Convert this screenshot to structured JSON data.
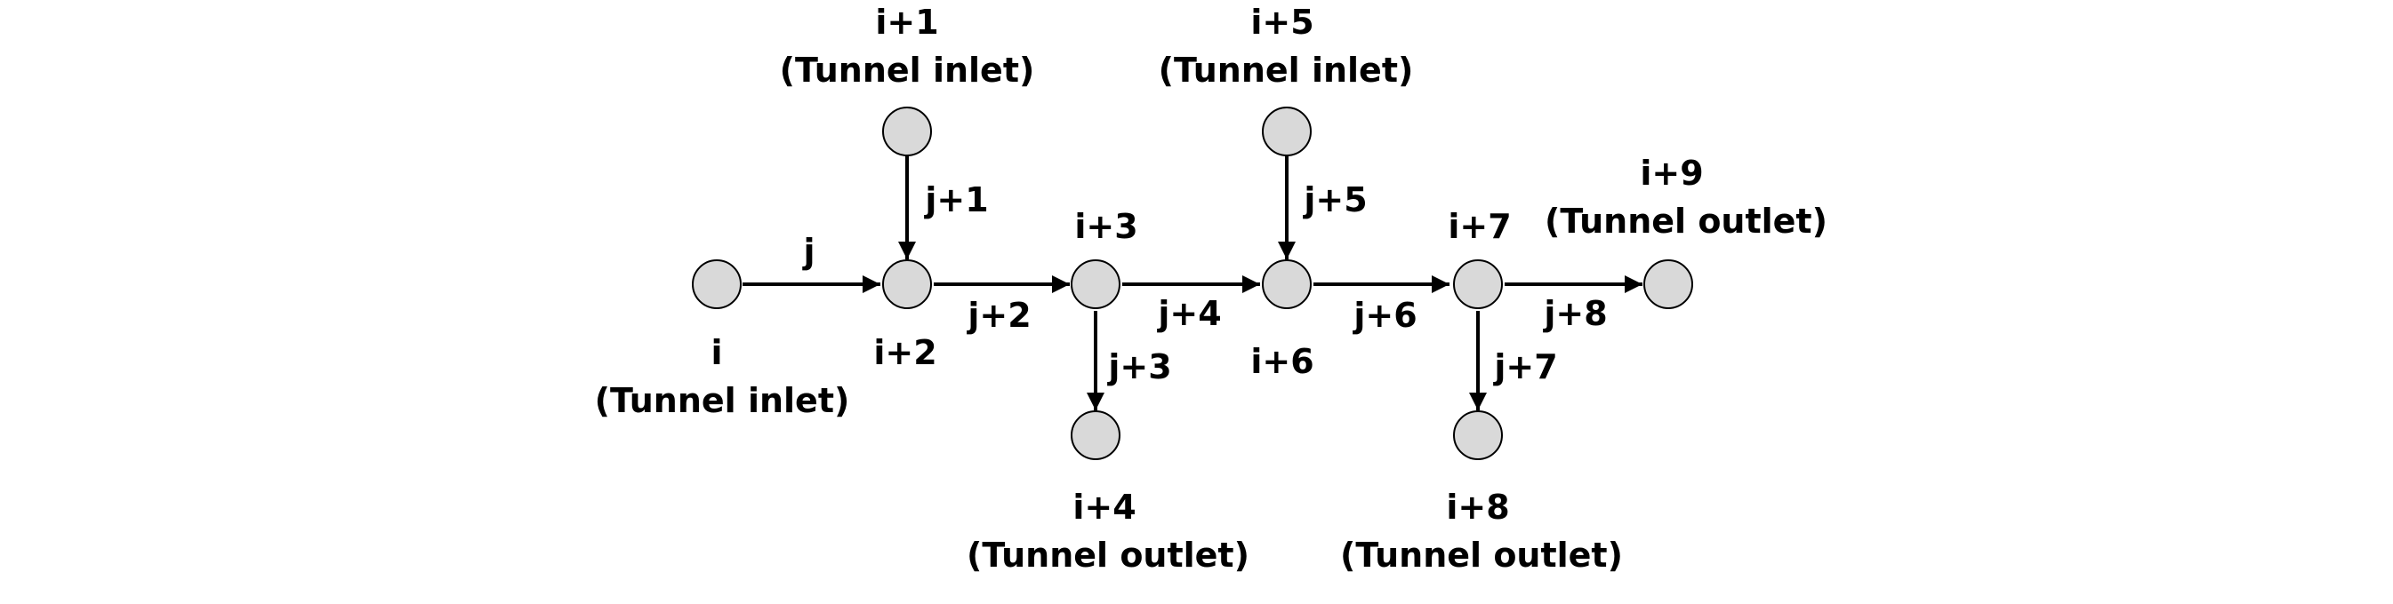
{
  "nodes": [
    {
      "id": "i",
      "label": "i",
      "note": "(Tunnel inlet)"
    },
    {
      "id": "i+1",
      "label": "i+1",
      "note": "(Tunnel inlet)"
    },
    {
      "id": "i+2",
      "label": "i+2",
      "note": ""
    },
    {
      "id": "i+3",
      "label": "i+3",
      "note": ""
    },
    {
      "id": "i+4",
      "label": "i+4",
      "note": "(Tunnel outlet)"
    },
    {
      "id": "i+5",
      "label": "i+5",
      "note": "(Tunnel inlet)"
    },
    {
      "id": "i+6",
      "label": "i+6",
      "note": ""
    },
    {
      "id": "i+7",
      "label": "i+7",
      "note": ""
    },
    {
      "id": "i+8",
      "label": "i+8",
      "note": "(Tunnel outlet)"
    },
    {
      "id": "i+9",
      "label": "i+9",
      "note": "(Tunnel outlet)"
    }
  ],
  "edges": [
    {
      "id": "j",
      "label": "j",
      "from": "i",
      "to": "i+2"
    },
    {
      "id": "j+1",
      "label": "j+1",
      "from": "i+1",
      "to": "i+2"
    },
    {
      "id": "j+2",
      "label": "j+2",
      "from": "i+2",
      "to": "i+3"
    },
    {
      "id": "j+3",
      "label": "j+3",
      "from": "i+3",
      "to": "i+4"
    },
    {
      "id": "j+4",
      "label": "j+4",
      "from": "i+3",
      "to": "i+6"
    },
    {
      "id": "j+5",
      "label": "j+5",
      "from": "i+5",
      "to": "i+6"
    },
    {
      "id": "j+6",
      "label": "j+6",
      "from": "i+6",
      "to": "i+7"
    },
    {
      "id": "j+7",
      "label": "j+7",
      "from": "i+7",
      "to": "i+8"
    },
    {
      "id": "j+8",
      "label": "j+8",
      "from": "i+7",
      "to": "i+9"
    }
  ],
  "colors": {
    "node_fill": "#d9d9d9",
    "stroke": "#000000"
  }
}
